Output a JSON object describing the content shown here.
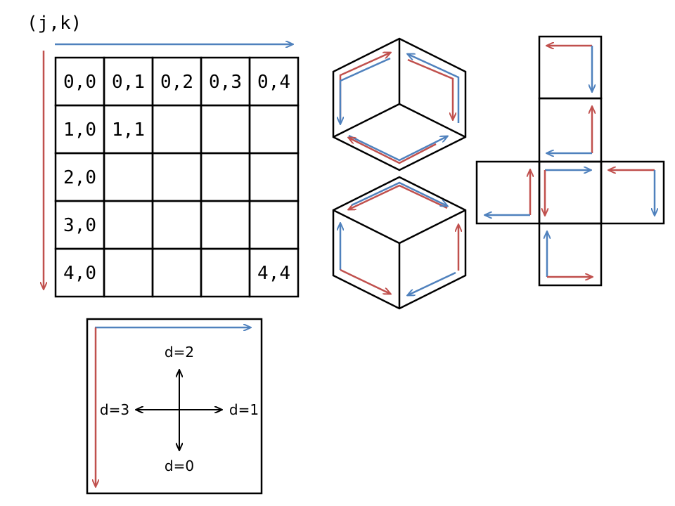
{
  "title_label": "(j,k)",
  "grid": {
    "rows": [
      [
        "0,0",
        "0,1",
        "0,2",
        "0,3",
        "0,4"
      ],
      [
        "1,0",
        "1,1",
        "",
        "",
        ""
      ],
      [
        "2,0",
        "",
        "",
        "",
        ""
      ],
      [
        "3,0",
        "",
        "",
        "",
        ""
      ],
      [
        "4,0",
        "",
        "",
        "",
        "4,4"
      ]
    ]
  },
  "direction_legend": {
    "up": "d=2",
    "right": "d=1",
    "down": "d=0",
    "left": "d=3"
  },
  "colors": {
    "red": "#c0504d",
    "blue": "#4f81bd",
    "line": "#000000"
  }
}
